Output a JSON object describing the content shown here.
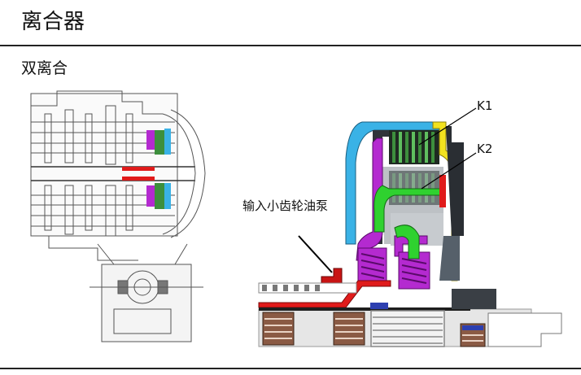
{
  "page": {
    "title": "离合器",
    "subtitle": "双离合"
  },
  "labels": {
    "k1": "K1",
    "k2": "K2",
    "pump": "输入小齿轮油泵"
  },
  "colors": {
    "cyan_housing": "#3ab2e6",
    "magenta_piston": "#b42ad0",
    "green_piston": "#2fd12f",
    "yellow_line": "#f2e21f",
    "red_shaft": "#e01b1b",
    "plates_green": "#3d8f3d",
    "bearing_brown": "#8a5a44"
  }
}
